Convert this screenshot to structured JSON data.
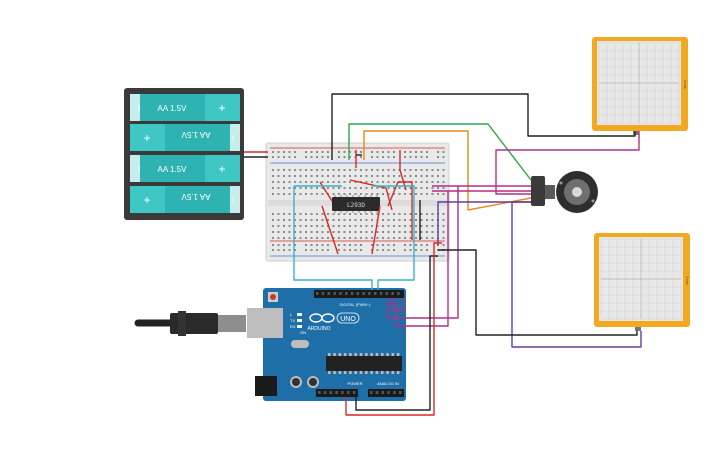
{
  "battery_pack": {
    "cells": [
      {
        "label": "AA 1.5V",
        "flipped": false
      },
      {
        "label": "AA 1.5V",
        "flipped": true
      },
      {
        "label": "AA 1.5V",
        "flipped": false
      },
      {
        "label": "AA 1.5V",
        "flipped": true
      }
    ],
    "plus_sign": "+",
    "minus_sign": "I"
  },
  "motor_driver": {
    "label": "L293D"
  },
  "arduino": {
    "logo_text": "ARDUINO",
    "model": "UNO",
    "digital_label": "DIGITAL (PWM~)",
    "power_label": "POWER",
    "analog_label": "ANALOG IN",
    "tx_label": "TX",
    "rx_label": "RX",
    "l_label": "L",
    "on_label": "ON"
  },
  "oscilloscopes": [
    {
      "side_label": "1 ms"
    },
    {
      "side_label": "1 ms"
    }
  ],
  "colors": {
    "battery_body": "#3a3a3a",
    "battery_cell": "#2fb3b2",
    "breadboard": "#e9e9e9",
    "arduino": "#1e6ea8",
    "scope_frame": "#f2a91f",
    "wire_red": "#d62a27",
    "wire_black": "#222222",
    "wire_green": "#2fa84a",
    "wire_orange": "#e58a1c",
    "wire_cyan": "#34b3c9",
    "wire_magenta": "#b0308a",
    "wire_purple": "#6a3a9a"
  }
}
